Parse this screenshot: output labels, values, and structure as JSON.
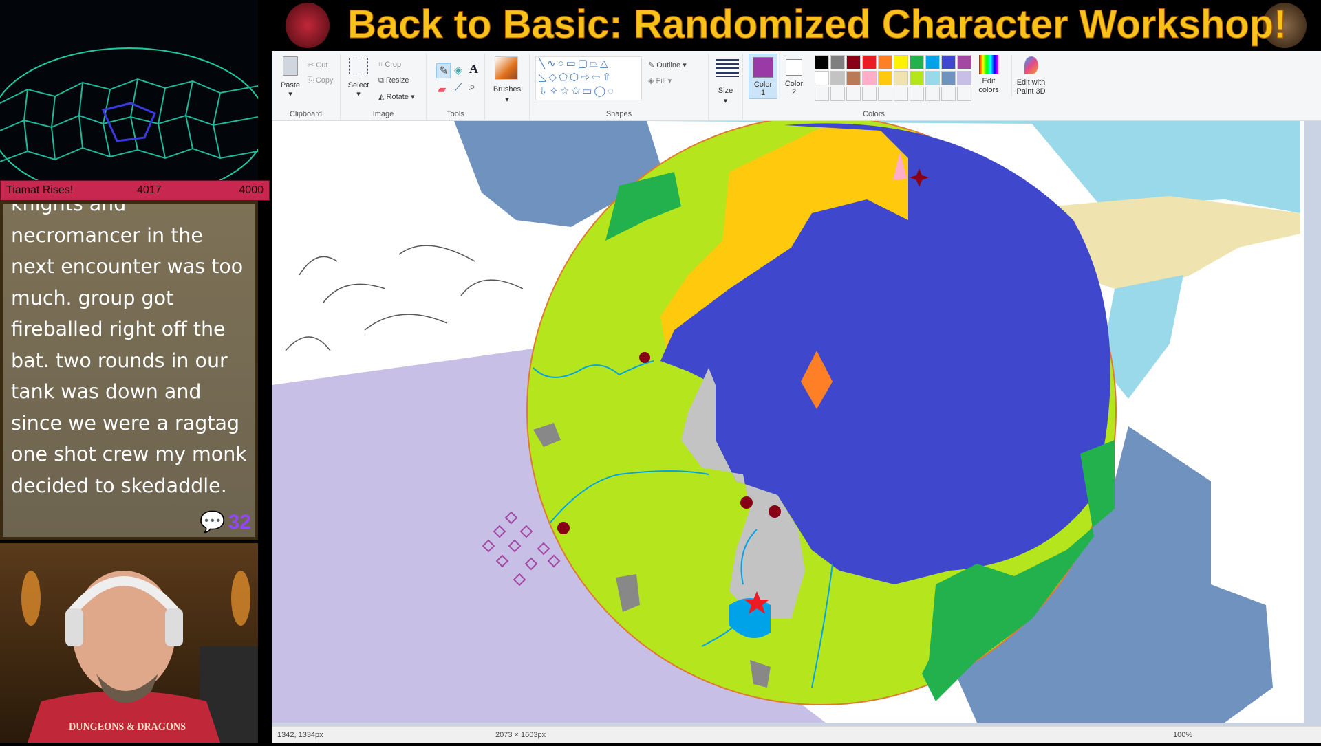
{
  "stream": {
    "title": "Back to Basic: Randomized Character Workshop!",
    "goal": {
      "name": "Tiamat Rises!",
      "current": "4017",
      "target": "4000"
    },
    "chat_message": "knights and necromancer in the next encounter was too much. group got fireballed right off the bat. two rounds in our tank was down and since we were a ragtag one shot crew my monk decided to skedaddle.",
    "bits_count": "32",
    "shirt_text": "DUNGEONS & DRAGONS"
  },
  "ribbon": {
    "clipboard": {
      "label": "Clipboard",
      "paste": "Paste",
      "cut": "Cut",
      "copy": "Copy"
    },
    "image": {
      "label": "Image",
      "select": "Select",
      "crop": "Crop",
      "resize": "Resize",
      "rotate": "Rotate"
    },
    "tools": {
      "label": "Tools"
    },
    "brushes": "Brushes",
    "shapes": {
      "label": "Shapes",
      "outline": "Outline",
      "fill": "Fill"
    },
    "size": "Size",
    "color1": {
      "label": "Color",
      "num": "1",
      "value": "#9a3aa6"
    },
    "color2": {
      "label": "Color",
      "num": "2",
      "value": "#ffffff"
    },
    "colors": {
      "label": "Colors",
      "edit": "Edit colors"
    },
    "paint3d": "Edit with Paint 3D",
    "palette_row1": [
      "#000000",
      "#7f7f7f",
      "#880015",
      "#ed1c24",
      "#ff7f27",
      "#fff200",
      "#22b14c",
      "#00a2e8",
      "#3f48cc",
      "#a349a4"
    ],
    "palette_row2": [
      "#ffffff",
      "#c3c3c3",
      "#b97a57",
      "#ffaec9",
      "#ffc90e",
      "#efe4b0",
      "#b5e61d",
      "#99d9ea",
      "#7092be",
      "#c8bfe7"
    ]
  },
  "status": {
    "cursor": "1342, 1334px",
    "size": "2073 × 1603px",
    "zoom": "100%"
  }
}
